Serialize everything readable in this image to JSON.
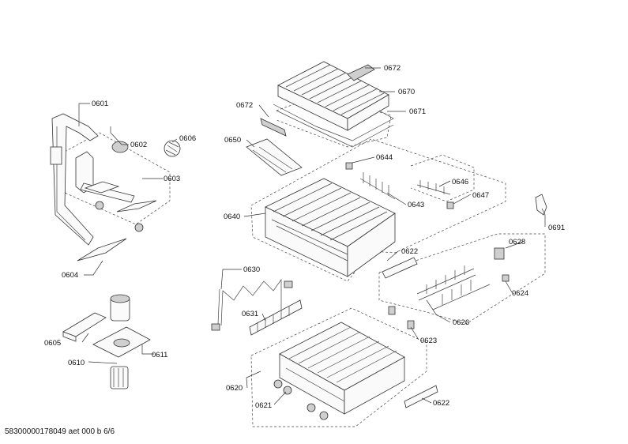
{
  "labels": {
    "p0601": "0601",
    "p0602": "0602",
    "p0603": "0603",
    "p0604": "0604",
    "p0605": "0605",
    "p0606": "0606",
    "p0610": "0610",
    "p0611": "0611",
    "p0620": "0620",
    "p0621": "0621",
    "p0622a": "0622",
    "p0622b": "0622",
    "p0623": "0623",
    "p0624": "0624",
    "p0626": "0626",
    "p0628": "0628",
    "p0630": "0630",
    "p0631": "0631",
    "p0640": "0640",
    "p0643": "0643",
    "p0644": "0644",
    "p0646": "0646",
    "p0647": "0647",
    "p0650": "0650",
    "p0670": "0670",
    "p0671": "0671",
    "p0672a": "0672",
    "p0672b": "0672",
    "p0691": "0691"
  },
  "footer": "58300000178049 aet 000 b 6/6"
}
